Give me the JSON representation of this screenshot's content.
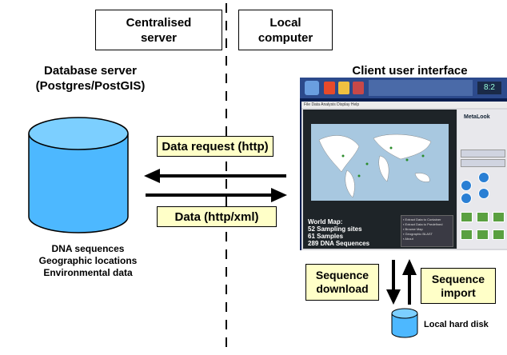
{
  "header": {
    "left_box": "Centralised\nserver",
    "right_box": "Local\ncomputer"
  },
  "server": {
    "title": "Database server\n(Postgres/PostGIS)",
    "contents": [
      "DNA sequences",
      "Geographic locations",
      "Environmental data"
    ]
  },
  "client": {
    "title": "Client user interface"
  },
  "arrows": {
    "request_label": "Data request (http)",
    "response_label": "Data (http/xml)",
    "download_label": "Sequence\ndownload",
    "import_label": "Sequence\nimport"
  },
  "disk": {
    "label": "Local hard disk"
  },
  "screenshot": {
    "menu": "File  Data  Analysis  Display  Help",
    "brand": "MetaLook",
    "map_title": "World Map:",
    "map_stats": [
      "52 Sampling sites",
      "61 Samples",
      "289 DNA Sequences"
    ]
  },
  "colors": {
    "cylinder_fill": "#4db8ff",
    "label_fill": "#ffffc8",
    "disk_fill": "#4db8ff"
  }
}
